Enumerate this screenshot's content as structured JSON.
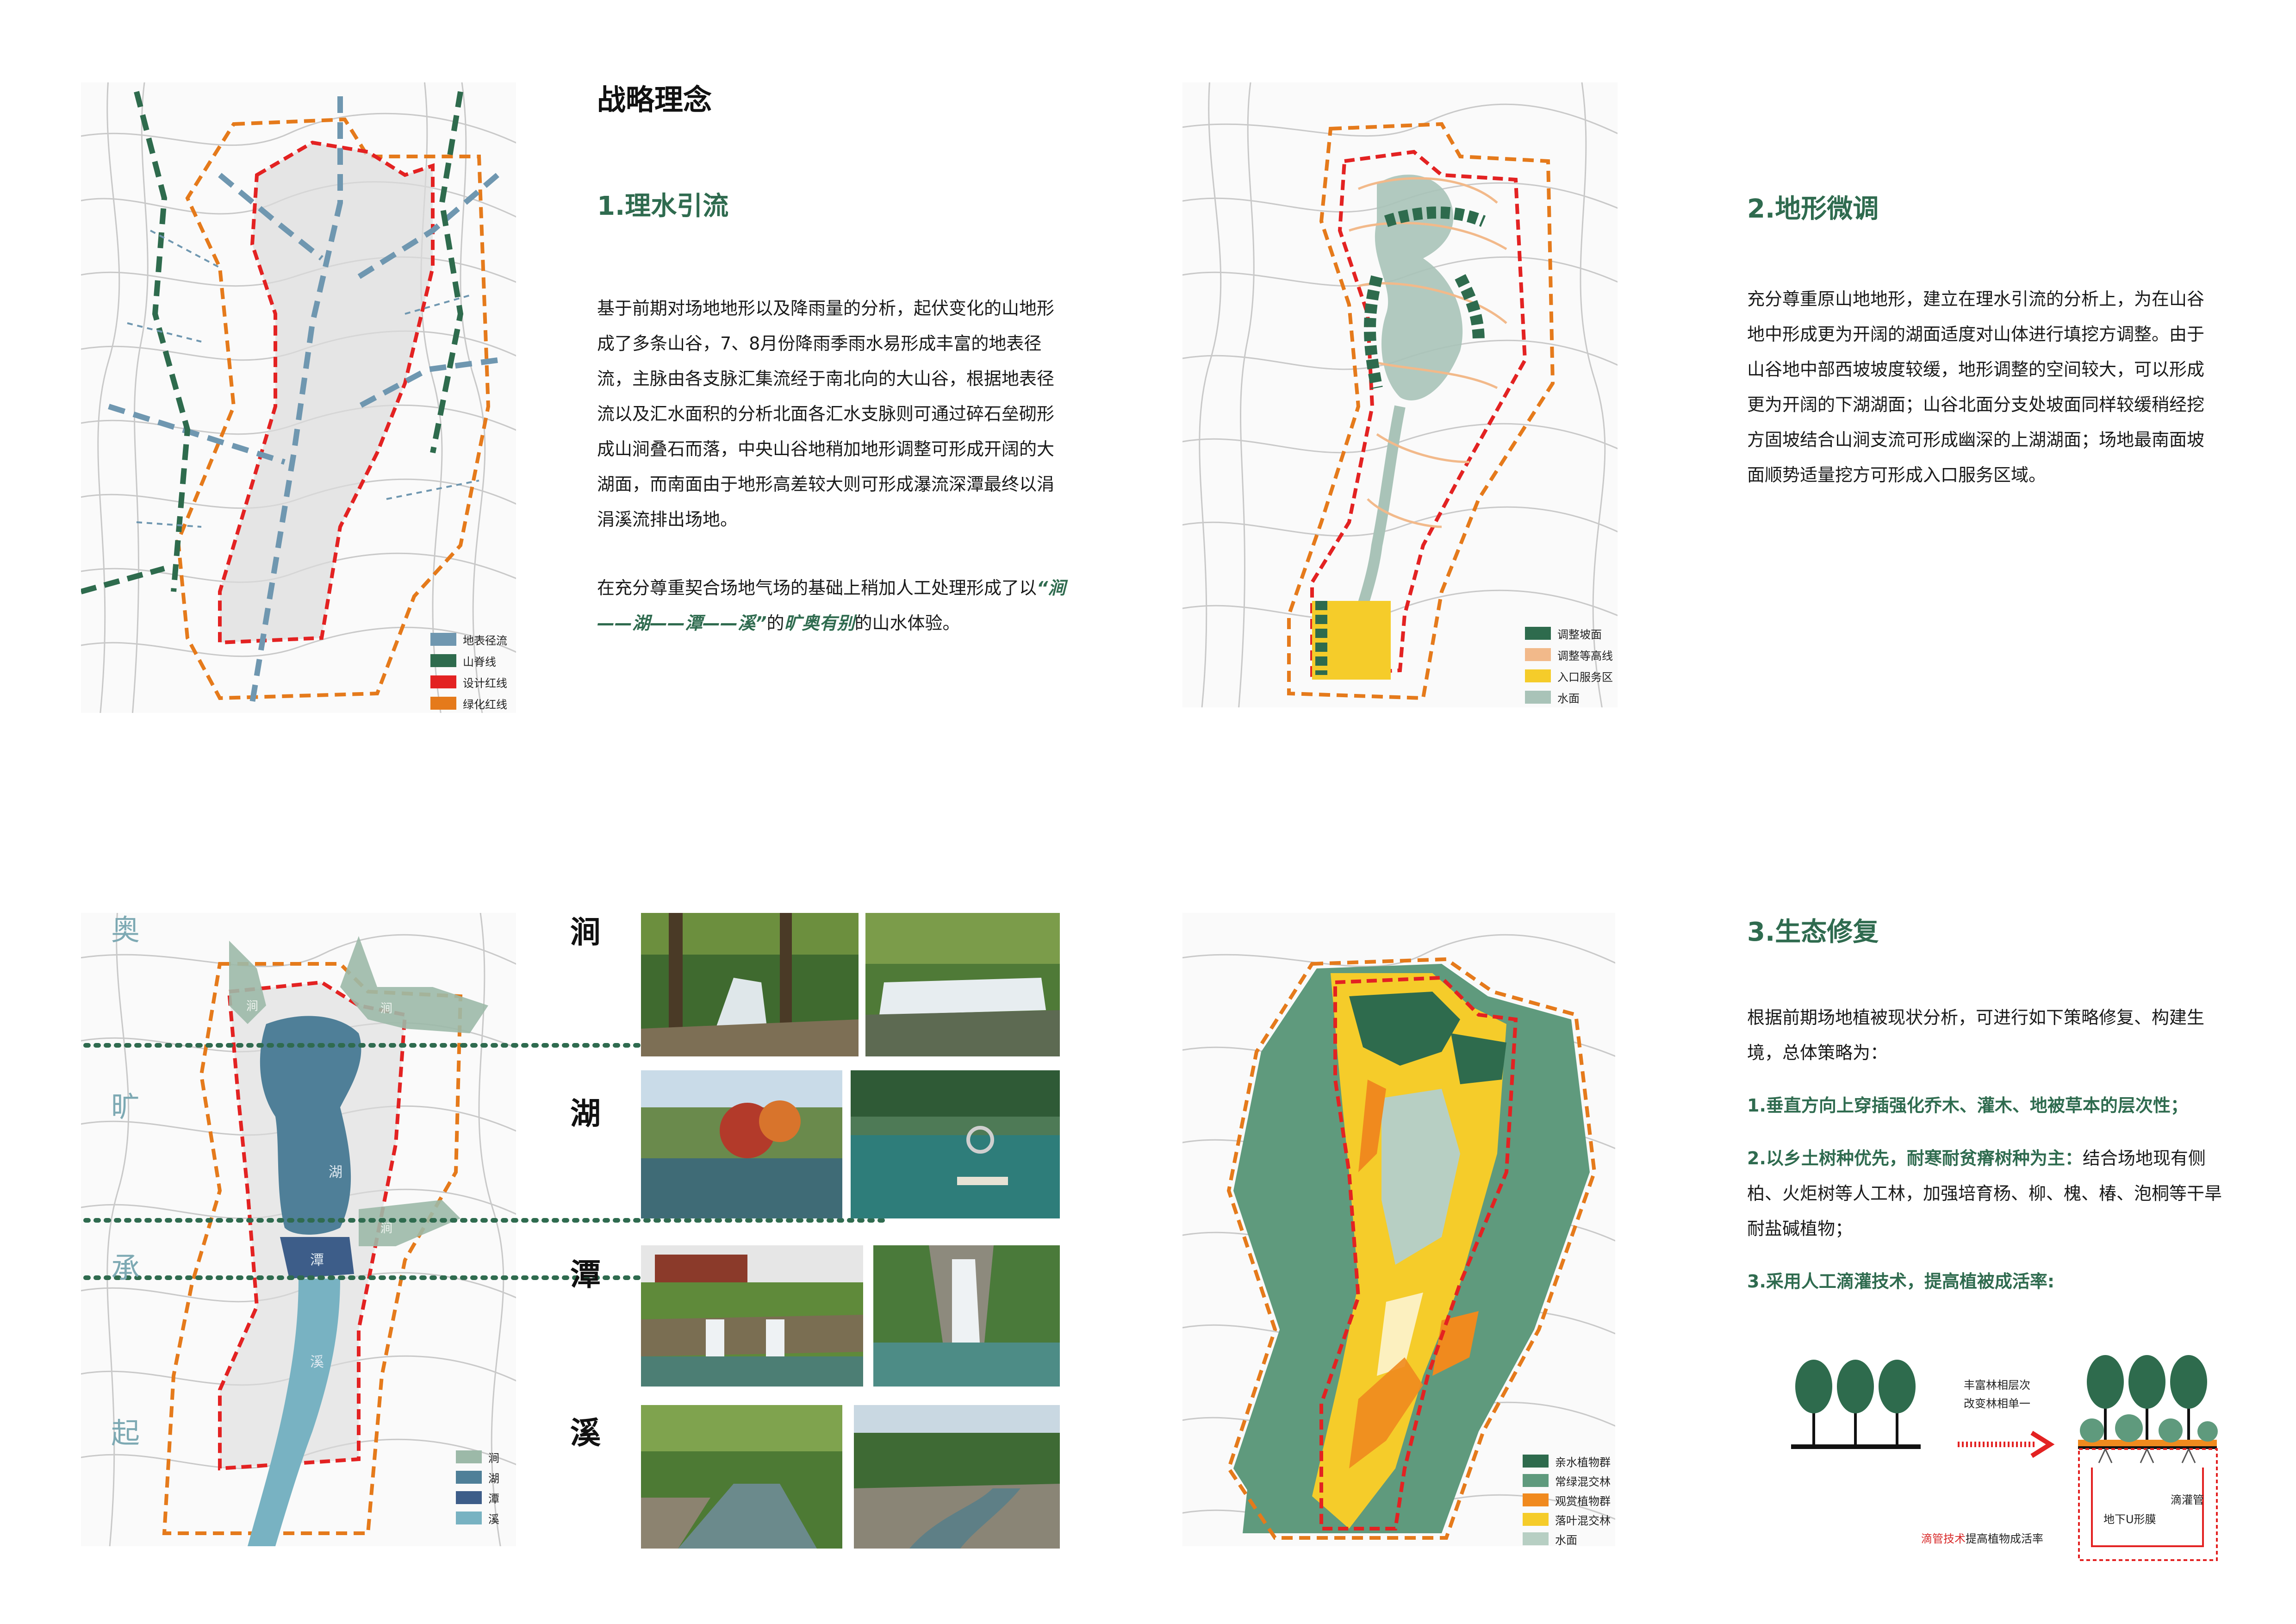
{
  "page": {
    "main_title": "战略理念"
  },
  "section1": {
    "title": "1.理水引流",
    "paragraph1": "基于前期对场地地形以及降雨量的分析，起伏变化的山地形成了多条山谷，7、8月份降雨季雨水易形成丰富的地表径流，主脉由各支脉汇集流经于南北向的大山谷，根据地表径流以及汇水面积的分析北面各汇水支脉则可通过碎石垒砌形成山涧叠石而落，中央山谷地稍加地形调整可形成开阔的大湖面，而南面由于地形高差较大则可形成瀑流深潭最终以涓涓溪流排出场地。",
    "paragraph2_a": "在充分尊重契合场地气场的基础上稍加人工处理形成了以",
    "paragraph2_b": "“涧——湖——潭——溪”",
    "paragraph2_c": "的",
    "paragraph2_d": "旷奥有别",
    "paragraph2_e": "的山水体验。",
    "legend": [
      {
        "label": "地表径流",
        "color": "#6f97b0"
      },
      {
        "label": "山脊线",
        "color": "#2e6b4d"
      },
      {
        "label": "设计红线",
        "color": "#e32222"
      },
      {
        "label": "绿化红线",
        "color": "#e57a1b"
      }
    ]
  },
  "section2": {
    "title": "2.地形微调",
    "paragraph": "充分尊重原山地地形，建立在理水引流的分析上，为在山谷地中形成更为开阔的湖面适度对山体进行填挖方调整。由于山谷地中部西坡坡度较缓，地形调整的空间较大，可以形成更为开阔的下湖湖面；山谷北面分支处坡面同样较缓稍经挖方固坡结合山涧支流可形成幽深的上湖湖面；场地最南面坡面顺势适量挖方可形成入口服务区域。",
    "legend": [
      {
        "label": "调整坡面",
        "color": "#2e6b4d"
      },
      {
        "label": "调整等高线",
        "color": "#f2b98a"
      },
      {
        "label": "入口服务区",
        "color": "#f5cc2a"
      },
      {
        "label": "水面",
        "color": "#a9c3b8"
      }
    ]
  },
  "section_water": {
    "side_chars": [
      "奥",
      "旷",
      "承",
      "起"
    ],
    "labels": [
      "涧",
      "湖",
      "潭",
      "溪"
    ],
    "map_labels": {
      "jian": "涧",
      "hu": "湖",
      "tan": "潭",
      "xi": "溪"
    },
    "legend": [
      {
        "label": "涧",
        "color": "#9cb9a8"
      },
      {
        "label": "湖",
        "color": "#4f7f98"
      },
      {
        "label": "潭",
        "color": "#3d5d89"
      },
      {
        "label": "溪",
        "color": "#78b2c2"
      }
    ]
  },
  "section3": {
    "title": "3.生态修复",
    "intro": "根据前期场地植被现状分析，可进行如下策略修复、构建生境，总体策略为：",
    "point1": "1.垂直方向上穿插强化乔木、灌木、地被草本的层次性；",
    "point2_strong": "2.以乡土树种优先，耐寒耐贫瘠树种为主：",
    "point2_rest": "结合场地现有侧柏、火炬树等人工林，加强培育杨、柳、槐、椿、泡桐等干旱耐盐碱植物；",
    "point3": "3.采用人工滴灌技术，提高植被成活率:",
    "diagram": {
      "arrow_text_1": "丰富林相层次",
      "arrow_text_2": "改变林相单一",
      "pipe_label": "滴灌管",
      "membrane_label": "地下U形膜",
      "caption_red": "滴管技术",
      "caption_rest": "提高植物成活率"
    },
    "legend": [
      {
        "label": "亲水植物群",
        "color": "#2e6b4d"
      },
      {
        "label": "常绿混交林",
        "color": "#5f9a7d"
      },
      {
        "label": "观赏植物群",
        "color": "#f08a1e"
      },
      {
        "label": "落叶混交林",
        "color": "#f5cc2a"
      },
      {
        "label": "水面",
        "color": "#b7cfc3"
      }
    ]
  }
}
